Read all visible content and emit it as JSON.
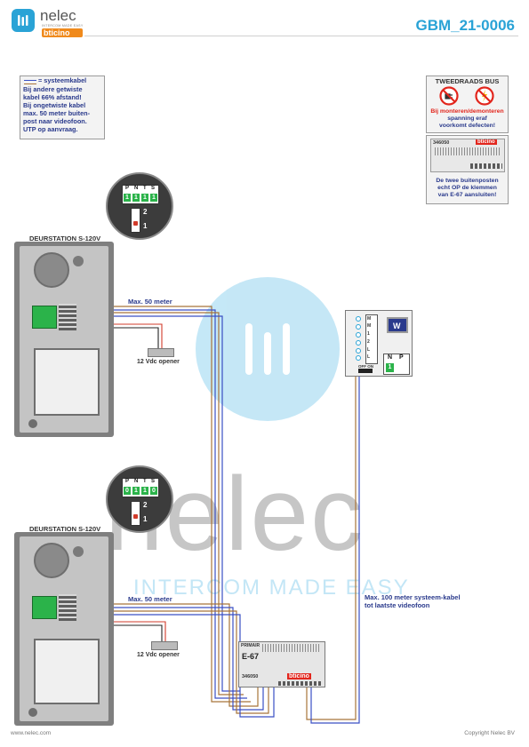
{
  "header": {
    "brand": "nelec",
    "brand_tagline": "INTERCOM MADE EASY",
    "sub_brand": "bticino",
    "doc_id": "GBM_21-0006"
  },
  "note_box": {
    "legend": "= systeemkabel",
    "lines": [
      "Bij andere getwiste",
      "kabel 66% afstand!",
      "Bij ongetwiste kabel",
      "max. 50 meter buiten-",
      "post naar videofoon.",
      "UTP op aanvraag."
    ]
  },
  "warning_box": {
    "title": "TWEEDRAADS BUS",
    "lines": [
      "Bij monteren/demonteren",
      "spanning eraf",
      "voorkomt defecten!"
    ]
  },
  "module_panel": {
    "part_no": "346050",
    "brand": "bticino",
    "note_lines": [
      "De twee buitenposten",
      "echt OP de klemmen",
      "van E-67 aansluiten!"
    ]
  },
  "door_station_1": {
    "title": "DEURSTATION S-120V",
    "switch_labels": [
      "P",
      "N",
      "T",
      "S"
    ],
    "switch_values": [
      "1",
      "1",
      "1",
      "1"
    ],
    "dip_labels": [
      "2",
      "1"
    ],
    "cable_label": "Max. 50 meter",
    "opener_label": "12 Vdc opener"
  },
  "door_station_2": {
    "title": "DEURSTATION S-120V",
    "switch_labels": [
      "P",
      "N",
      "T",
      "S"
    ],
    "switch_values": [
      "0",
      "1",
      "1",
      "0"
    ],
    "dip_labels": [
      "2",
      "1"
    ],
    "cable_label": "Max. 50 meter",
    "opener_label": "12 Vdc opener"
  },
  "videophone": {
    "terminal_labels": [
      "M",
      "M",
      "1",
      "2",
      "L",
      "L"
    ],
    "switch_caption": "OFF ON",
    "config_labels": [
      "N",
      "P"
    ],
    "config_value": "1"
  },
  "power_supply": {
    "tag": "PRIMAIR",
    "model": "E-67",
    "part_no": "346050",
    "brand": "bticino"
  },
  "cable_note": "Max. 100 meter systeem-kabel tot laatste videofoon",
  "watermark": {
    "wordmark": "nelec",
    "tagline": "INTERCOM MADE EASY"
  },
  "footer": {
    "website": "www.nelec.com",
    "copyright": "Copyright Nelec BV"
  },
  "colors": {
    "accent": "#2aa3d6",
    "text_blue": "#2a3a8c",
    "warning_red": "#e2261d",
    "terminal_green": "#2bb34a",
    "cable_blue": "#3a4fc4",
    "cable_brown": "#a8743a",
    "cable_red": "#d23b2b"
  }
}
